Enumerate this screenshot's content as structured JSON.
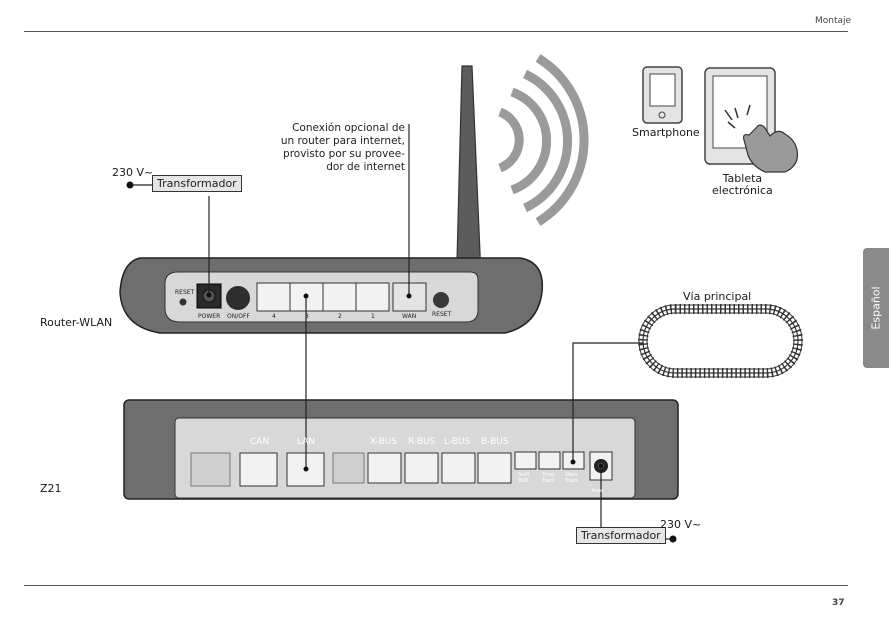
{
  "header": {
    "section": "Montaje"
  },
  "footer": {
    "page_number": "37"
  },
  "side_tab": {
    "label": "Español"
  },
  "diagram": {
    "router_label": "Router-WLAN",
    "z21_label": "Z21",
    "transformer_top": {
      "label": "Transformador",
      "voltage": "230 V~"
    },
    "transformer_bottom": {
      "label": "Transformador",
      "voltage": "230 V~"
    },
    "internet_note": [
      "Conexión opcional de",
      "un router para internet,",
      "provisto por su provee-",
      "dor de internet"
    ],
    "smartphone_label": "Smartphone",
    "tablet_label": [
      "Tableta",
      "electrónica"
    ],
    "track_label": "Vía principal",
    "router_ports": {
      "reset_left": "RESET",
      "power": "POWER",
      "onoff": "ON/OFF",
      "lan": [
        "4",
        "3",
        "2",
        "1"
      ],
      "wan": "WAN",
      "reset_right": "RESET"
    },
    "z21_ports": {
      "can": "CAN",
      "lan": "LAN",
      "xbus": "X-BUS",
      "rbus": "R-BUS",
      "lbus": "L-BUS",
      "bbus": "B-BUS",
      "sniff": [
        "Sniff",
        "BUS"
      ],
      "prog": [
        "Prog",
        "Track"
      ],
      "main": [
        "Main",
        "Track"
      ],
      "power_tiny": "Power"
    }
  },
  "colors": {
    "rule": "#555555",
    "device_dark": "#6e6e6e",
    "tab": "#8a8a8a"
  }
}
